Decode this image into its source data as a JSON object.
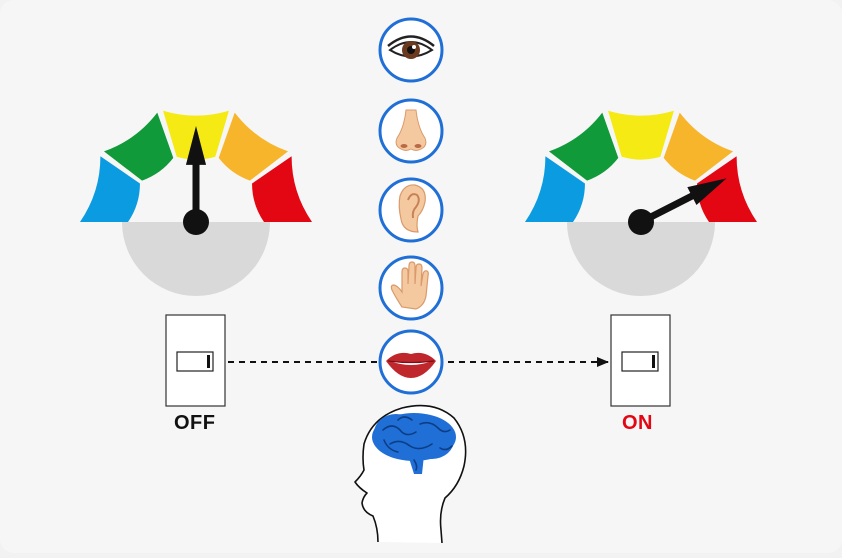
{
  "left_gauge": {
    "level": 0.5,
    "state": "neutral"
  },
  "right_gauge": {
    "level": 0.85,
    "state": "high"
  },
  "gauge_segment_colors": [
    "#0a9be0",
    "#119a3a",
    "#f5ea14",
    "#f7b52b",
    "#e30613"
  ],
  "sense_icons": [
    "eye-icon",
    "nose-icon",
    "ear-icon",
    "hand-icon",
    "mouth-icon"
  ],
  "left_switch": {
    "label": "OFF",
    "state": "off"
  },
  "right_switch": {
    "label": "ON",
    "state": "on",
    "label_color": "#e30613"
  },
  "brain_color": "#1f6fd6",
  "icon_ring_color": "#1f6fd6"
}
